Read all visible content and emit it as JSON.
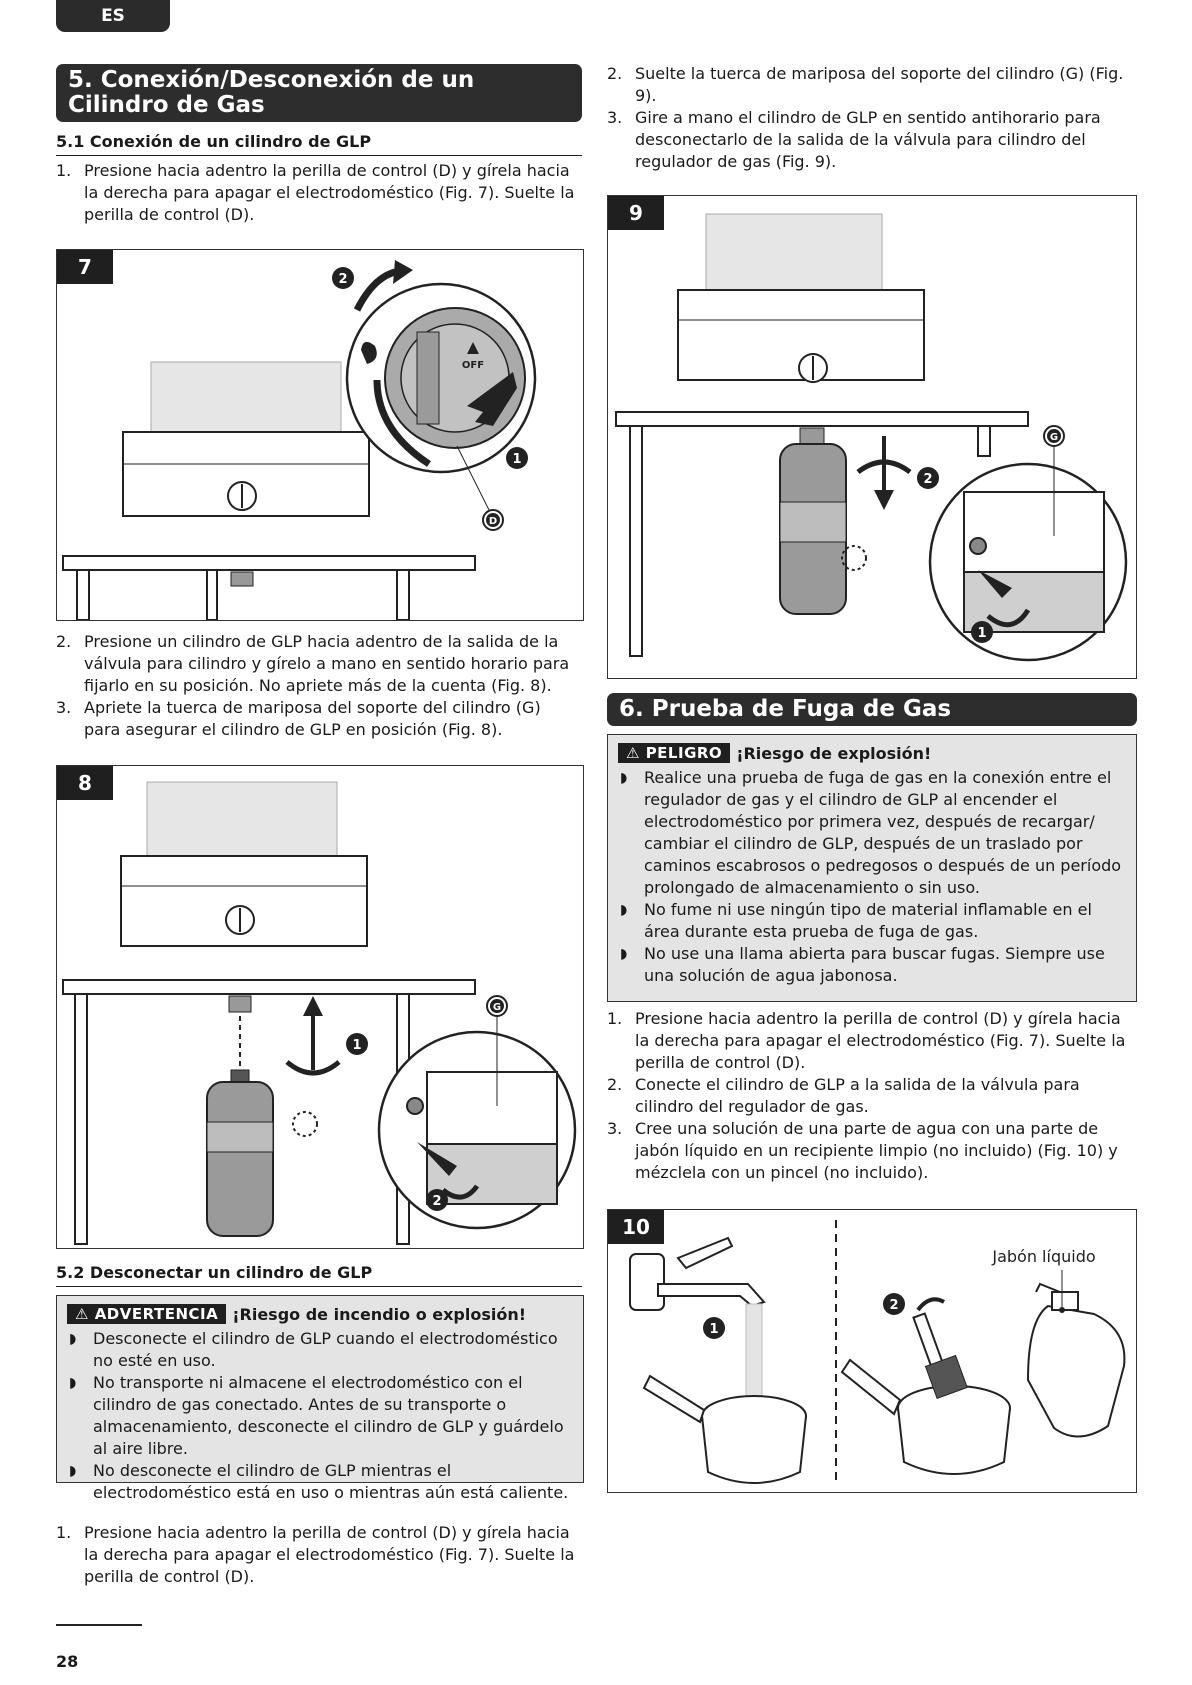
{
  "lang": "ES",
  "section5": {
    "title": "5. Conexión/Desconexión de un Cilindro de Gas",
    "sub1": "5.1 Conexión de un cilindro de GLP",
    "steps_a": [
      {
        "n": "1.",
        "text": "Presione hacia adentro la perilla de control (D) y gírela hacia la derecha para apagar el electrodoméstico (Fig. 7). Suelte la perilla de control (D)."
      }
    ],
    "steps_b": [
      {
        "n": "2.",
        "text": "Presione un cilindro de GLP hacia adentro de la salida de la válvula para cilindro y gírelo a mano en sentido horario para fijarlo en su posición. No apriete más de la cuenta (Fig. 8)."
      },
      {
        "n": "3.",
        "text": "Apriete la tuerca de mariposa del soporte del cilindro (G) para asegurar el cilindro de GLP en posición (Fig. 8)."
      }
    ],
    "sub2": "5.2 Desconectar un cilindro de GLP",
    "warning": {
      "tag": "ADVERTENCIA",
      "risk": "¡Riesgo de incendio o explosión!",
      "items": [
        "Desconecte el cilindro de GLP cuando el electrodoméstico no esté en uso.",
        "No transporte ni almacene el electrodoméstico con el cilindro de gas conectado. Antes de su transporte o almacenamiento, desconecte el cilindro de GLP y guárdelo al aire libre.",
        "No desconecte el cilindro de GLP mientras el electrodoméstico está en uso o mientras aún está caliente."
      ]
    },
    "steps_c": [
      {
        "n": "1.",
        "text": "Presione hacia adentro la perilla de control (D) y gírela hacia la derecha para apagar el electrodoméstico (Fig. 7). Suelte la perilla de control (D)."
      }
    ],
    "steps_d": [
      {
        "n": "2.",
        "text": "Suelte la tuerca de mariposa del soporte del cilindro (G) (Fig. 9)."
      },
      {
        "n": "3.",
        "text": "Gire a mano el cilindro de GLP en sentido antihorario para desconectarlo de la salida de la válvula para cilindro del regulador de gas (Fig. 9)."
      }
    ]
  },
  "section6": {
    "title": "6. Prueba de Fuga de Gas",
    "danger": {
      "tag": "PELIGRO",
      "risk": "¡Riesgo de explosión!",
      "items": [
        "Realice una prueba de fuga de gas en la conexión entre el regulador de gas y el cilindro de GLP al encender el electrodoméstico por primera vez, después de recargar/ cambiar el cilindro de GLP, después de un traslado por caminos escabrosos o pedregosos o después de un período prolongado de almacenamiento o sin uso.",
        "No fume ni use ningún tipo de material inflamable en el área durante esta prueba de fuga de gas.",
        "No use una llama abierta para buscar fugas. Siempre use una solución de agua jabonosa."
      ]
    },
    "steps": [
      {
        "n": "1.",
        "text": "Presione hacia adentro la perilla de control (D) y gírela hacia la derecha para apagar el electrodoméstico (Fig. 7). Suelte la perilla de control (D)."
      },
      {
        "n": "2.",
        "text": "Conecte el cilindro de GLP a la salida de la válvula para cilindro del regulador de gas."
      },
      {
        "n": "3.",
        "text": "Cree una solución de una parte de agua con una parte de jabón líquido en un recipiente limpio (no incluido) (Fig. 10) y mézclela con un pincel (no incluido)."
      }
    ]
  },
  "figures": {
    "fig7": {
      "num": "7",
      "off": "OFF",
      "label_d": "D",
      "step1": "1",
      "step2": "2"
    },
    "fig8": {
      "num": "8",
      "label_g": "G",
      "step1": "1",
      "step2": "2"
    },
    "fig9": {
      "num": "9",
      "label_g": "G",
      "step1": "1",
      "step2": "2"
    },
    "fig10": {
      "num": "10",
      "soap": "Jabón líquido",
      "step1": "1",
      "step2": "2"
    }
  },
  "icons": {
    "warning": "warning-triangle-icon",
    "bullet": "bullet-icon"
  },
  "page_number": "28"
}
